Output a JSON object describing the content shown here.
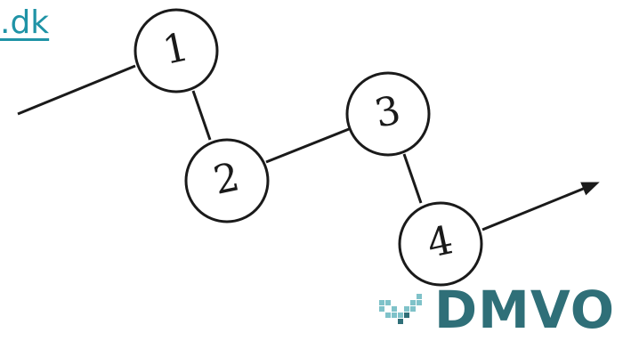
{
  "header_link": {
    "text": ".dk"
  },
  "diagram": {
    "nodes": [
      {
        "id": "node-1",
        "label": "1"
      },
      {
        "id": "node-2",
        "label": "2"
      },
      {
        "id": "node-3",
        "label": "3"
      },
      {
        "id": "node-4",
        "label": "4"
      }
    ],
    "stroke_color": "#1a1a1a"
  },
  "logo": {
    "text": "DMVO",
    "color": "#2f6f78",
    "mark_color": "#7fc2c9",
    "mark_icon": "checkmark-pixel-icon"
  }
}
